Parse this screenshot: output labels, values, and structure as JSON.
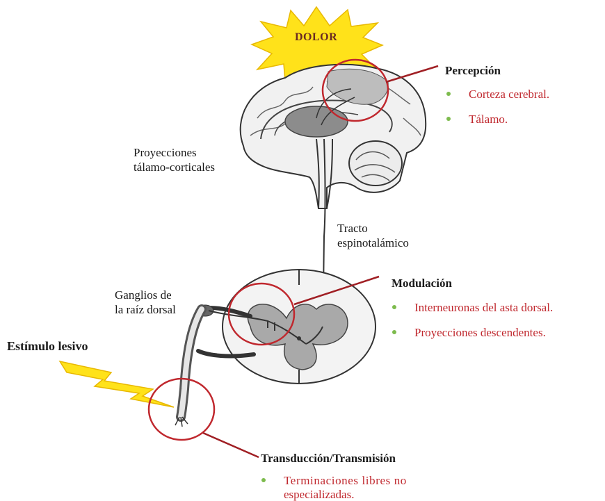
{
  "pain_label": "DOLOR",
  "stimulus_label": "Estímulo lesivo",
  "anatomy": {
    "thalamocortical": [
      "Proyecciones",
      "tálamo-corticales"
    ],
    "spinothalamic": [
      "Tracto",
      "espinotalámico"
    ],
    "dorsal_root_ganglia": [
      "Ganglios de",
      "la raíz dorsal"
    ]
  },
  "stages": {
    "perception": {
      "title": "Percepción",
      "items": [
        "Corteza cerebral.",
        "Tálamo."
      ]
    },
    "modulation": {
      "title": "Modulación",
      "items": [
        "Interneuronas del asta dorsal.",
        "Proyecciones descendentes."
      ]
    },
    "transduction": {
      "title": "Transducción/Transmisión",
      "items": [
        "Terminaciones libres no",
        "especializadas."
      ]
    }
  },
  "colors": {
    "highlight_circle": "#c0282e",
    "item_text": "#c0282e",
    "bullet": "#7dbb4d",
    "starburst": "#ffe21a",
    "lightning": "#ffe21a"
  }
}
